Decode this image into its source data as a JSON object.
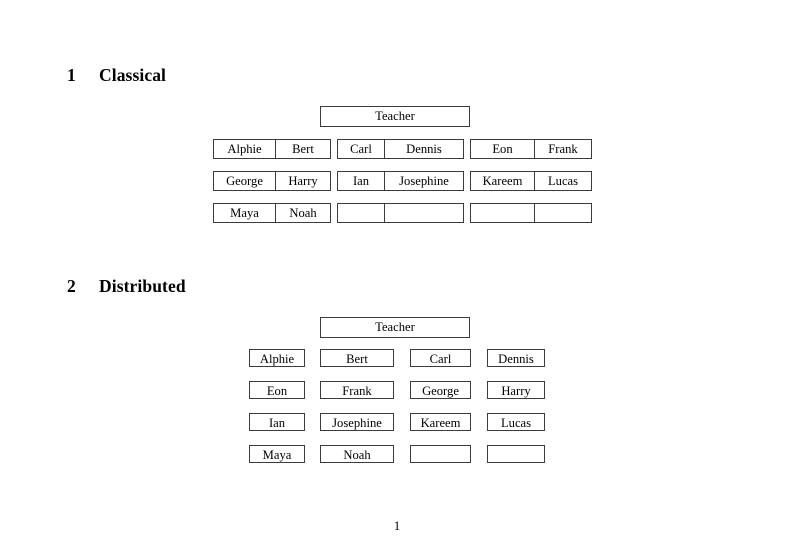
{
  "document": {
    "page_number": "1",
    "border_color": "#3c3c3c",
    "text_color": "#000000",
    "background_color": "#ffffff"
  },
  "sections": [
    {
      "number": "1",
      "title": "Classical",
      "teacher_label": "Teacher",
      "layout": "grouped",
      "groups": [
        {
          "rows": [
            [
              "Alphie",
              "Bert"
            ],
            [
              "George",
              "Harry"
            ],
            [
              "Maya",
              "Noah"
            ]
          ]
        },
        {
          "rows": [
            [
              "Carl",
              "Dennis"
            ],
            [
              "Ian",
              "Josephine"
            ],
            [
              "",
              ""
            ]
          ]
        },
        {
          "rows": [
            [
              "Eon",
              "Frank"
            ],
            [
              "Kareem",
              "Lucas"
            ],
            [
              "",
              ""
            ]
          ]
        }
      ]
    },
    {
      "number": "2",
      "title": "Distributed",
      "teacher_label": "Teacher",
      "layout": "separate",
      "rows": [
        [
          "Alphie",
          "Bert",
          "Carl",
          "Dennis"
        ],
        [
          "Eon",
          "Frank",
          "George",
          "Harry"
        ],
        [
          "Ian",
          "Josephine",
          "Kareem",
          "Lucas"
        ],
        [
          "Maya",
          "Noah",
          "",
          ""
        ]
      ]
    }
  ]
}
